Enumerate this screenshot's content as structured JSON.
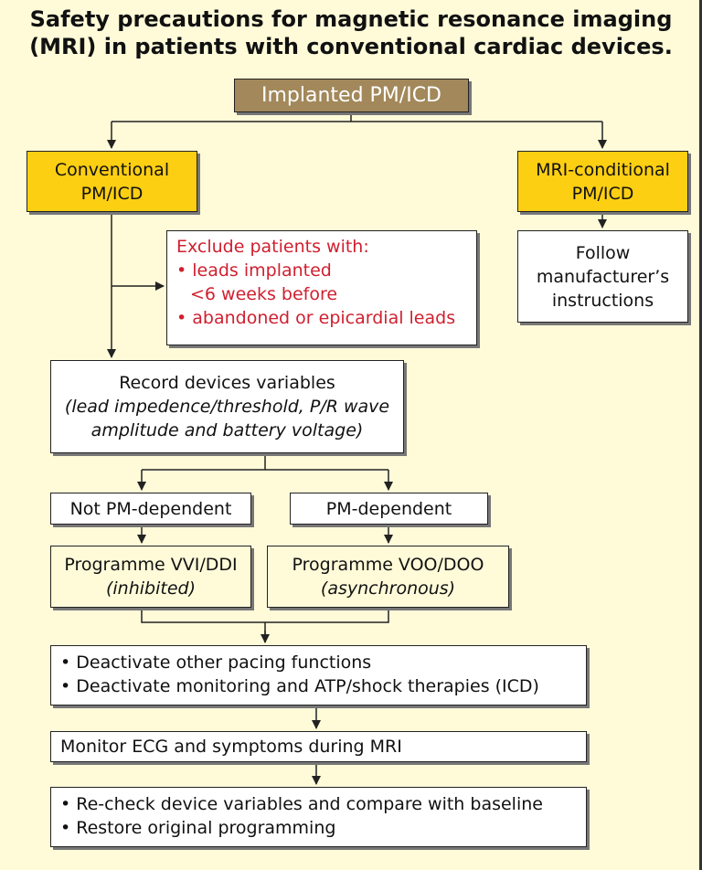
{
  "title": {
    "line1": "Safety precautions for magnetic resonance imaging",
    "line2": "(MRI) in patients with conventional cardiac devices."
  },
  "nodes": {
    "root": "Implanted PM/ICD",
    "conventional": {
      "line1": "Conventional",
      "line2": "PM/ICD"
    },
    "mri_conditional": {
      "line1": "MRI-conditional",
      "line2": "PM/ICD"
    },
    "follow": {
      "line1": "Follow",
      "line2": "manufacturer’s",
      "line3": "instructions"
    },
    "exclude": {
      "heading": "Exclude patients with:",
      "item1a": "• leads implanted",
      "item1b": "<6 weeks before",
      "item2": "• abandoned or epicardial leads"
    },
    "record": {
      "line1": "Record devices variables",
      "line2": "(lead impedence/threshold, P/R wave",
      "line3": "amplitude and battery voltage)"
    },
    "not_dependent": "Not PM-dependent",
    "dependent": "PM-dependent",
    "prog_vvi": {
      "line1": "Programme VVI/DDI",
      "line2": "(inhibited)"
    },
    "prog_voo": {
      "line1": "Programme VOO/DOO",
      "line2": "(asynchronous)"
    },
    "deactivate": {
      "item1": "• Deactivate other pacing functions",
      "item2": "• Deactivate monitoring and ATP/shock therapies (ICD)"
    },
    "monitor": "Monitor ECG and symptoms during MRI",
    "recheck": {
      "item1": "• Re-check device variables and compare with baseline",
      "item2": "• Restore original programming"
    }
  },
  "colors": {
    "background": "#fffbd9",
    "root_fill": "#a2885a",
    "gold_fill": "#fdcf12",
    "exclude_text": "#d01f2f"
  }
}
